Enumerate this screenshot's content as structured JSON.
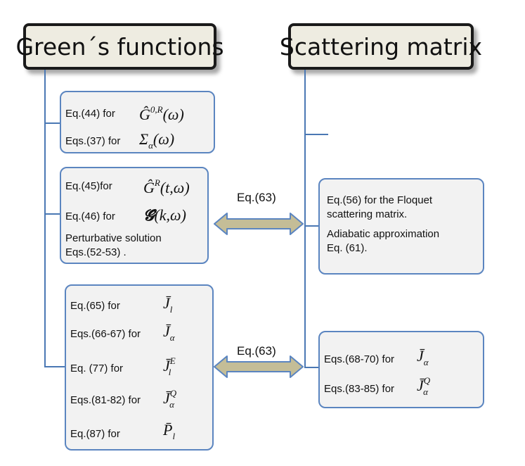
{
  "headers": {
    "left": "Green´s functions",
    "right": "Scattering matrix"
  },
  "box1": {
    "rows": [
      {
        "label": "Eq.(44) for",
        "symbol": "Ĝ",
        "sup": "0,R",
        "arg": "(ω)"
      },
      {
        "label": "Eqs.(37) for",
        "symbol": "Σ",
        "sub": "α",
        "arg": "(ω)"
      }
    ]
  },
  "box2": {
    "rows": [
      {
        "label": "Eq.(45)for",
        "symbol": "Ĝ",
        "sup": "R",
        "arg": "(t,ω)"
      },
      {
        "label": "Eq.(46) for",
        "symbol": "𝓖̂",
        "arg": "(k,ω)"
      }
    ],
    "note_line1": "Perturbative solution",
    "note_line2": "Eqs.(52-53) ."
  },
  "box3": {
    "rows": [
      {
        "label": "Eq.(65) for",
        "symbol": "J̄",
        "sub": "l"
      },
      {
        "label": "Eqs.(66-67) for",
        "symbol": "J̄",
        "sub": "α"
      },
      {
        "label": "Eq. (77) for",
        "symbol": "J̄",
        "sup": "E",
        "sub": "l"
      },
      {
        "label": "Eqs.(81-82) for",
        "symbol": "J̄",
        "sup": "Q",
        "sub": "α"
      },
      {
        "label": "Eq.(87) for",
        "symbol": "P̄",
        "sub": "l"
      }
    ]
  },
  "box4": {
    "line1": "Eq.(56) for the Floquet",
    "line2": "scattering matrix.",
    "line3": "Adiabatic approximation",
    "line4": "Eq. (61)."
  },
  "box5": {
    "rows": [
      {
        "label": "Eqs.(68-70) for",
        "symbol": "J̄",
        "sub": "α"
      },
      {
        "label": "Eqs.(83-85) for",
        "symbol": "J̄",
        "sup": "Q",
        "sub": "α"
      }
    ]
  },
  "arrows": {
    "top_label": "Eq.(63)",
    "bottom_label": "Eq.(63)"
  },
  "colors": {
    "connector": "#4a78b4",
    "box_border": "#5b85c0",
    "header_fill": "#eeece1",
    "arrow_fill": "#c4bd97"
  }
}
